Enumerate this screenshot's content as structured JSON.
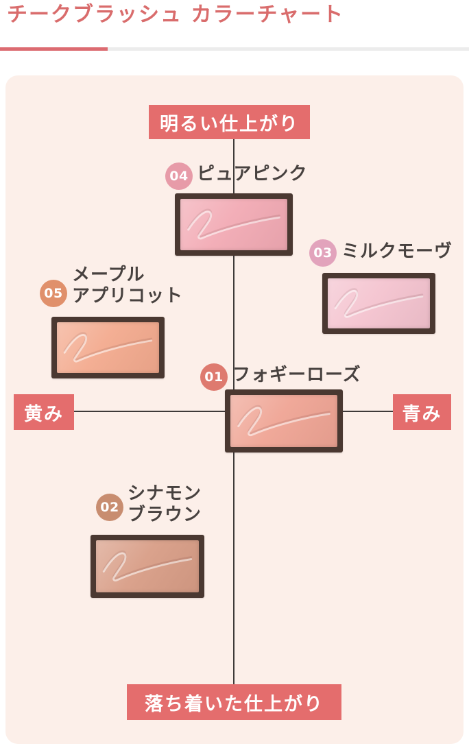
{
  "header": {
    "title": "チークブラッシュ カラーチャート",
    "title_color": "#d96c6c",
    "underline_accent_color": "#dc6b71",
    "underline_base_color": "#ececec"
  },
  "chart_data": {
    "type": "scatter",
    "title": "チークブラッシュ カラーチャート",
    "panel_bg": "#fcefe9",
    "axis_line_color": "#3e3a39",
    "axis_label_bg": "#e46d6d",
    "axis_label_text_color": "#ffffff",
    "frame_color": "#4a3831",
    "x_axis": {
      "left_label": "黄み",
      "right_label": "青み",
      "range": [
        -1,
        1
      ]
    },
    "y_axis": {
      "top_label": "明るい仕上がり",
      "bottom_label": "落ち着いた仕上がり",
      "range": [
        -1,
        1
      ]
    },
    "points": [
      {
        "number": "01",
        "name": "フォギーローズ",
        "name_lines": [
          "フォギーローズ",
          ""
        ],
        "badge_color": "#de7a6f",
        "pan_color": "#efa494",
        "x": 0.1,
        "y": -0.05
      },
      {
        "number": "02",
        "name": "シナモンブラウン",
        "name_lines": [
          "シナモン",
          "ブラウン"
        ],
        "badge_color": "#c88d70",
        "pan_color": "#d89d86",
        "x": -0.35,
        "y": -0.6
      },
      {
        "number": "03",
        "name": "ミルクモーヴ",
        "name_lines": [
          "ミルクモーヴ",
          ""
        ],
        "badge_color": "#e2a3bc",
        "pan_color": "#f4c3cf",
        "x": 0.55,
        "y": 0.4
      },
      {
        "number": "04",
        "name": "ピュアピンク",
        "name_lines": [
          "ピュアピンク",
          ""
        ],
        "badge_color": "#e79ba8",
        "pan_color": "#f2aab4",
        "x": 0.0,
        "y": 0.7
      },
      {
        "number": "05",
        "name": "メープルアプリコット",
        "name_lines": [
          "メープル",
          "アプリコット"
        ],
        "badge_color": "#e0906b",
        "pan_color": "#f3aa8e",
        "x": -0.5,
        "y": 0.25
      }
    ]
  }
}
